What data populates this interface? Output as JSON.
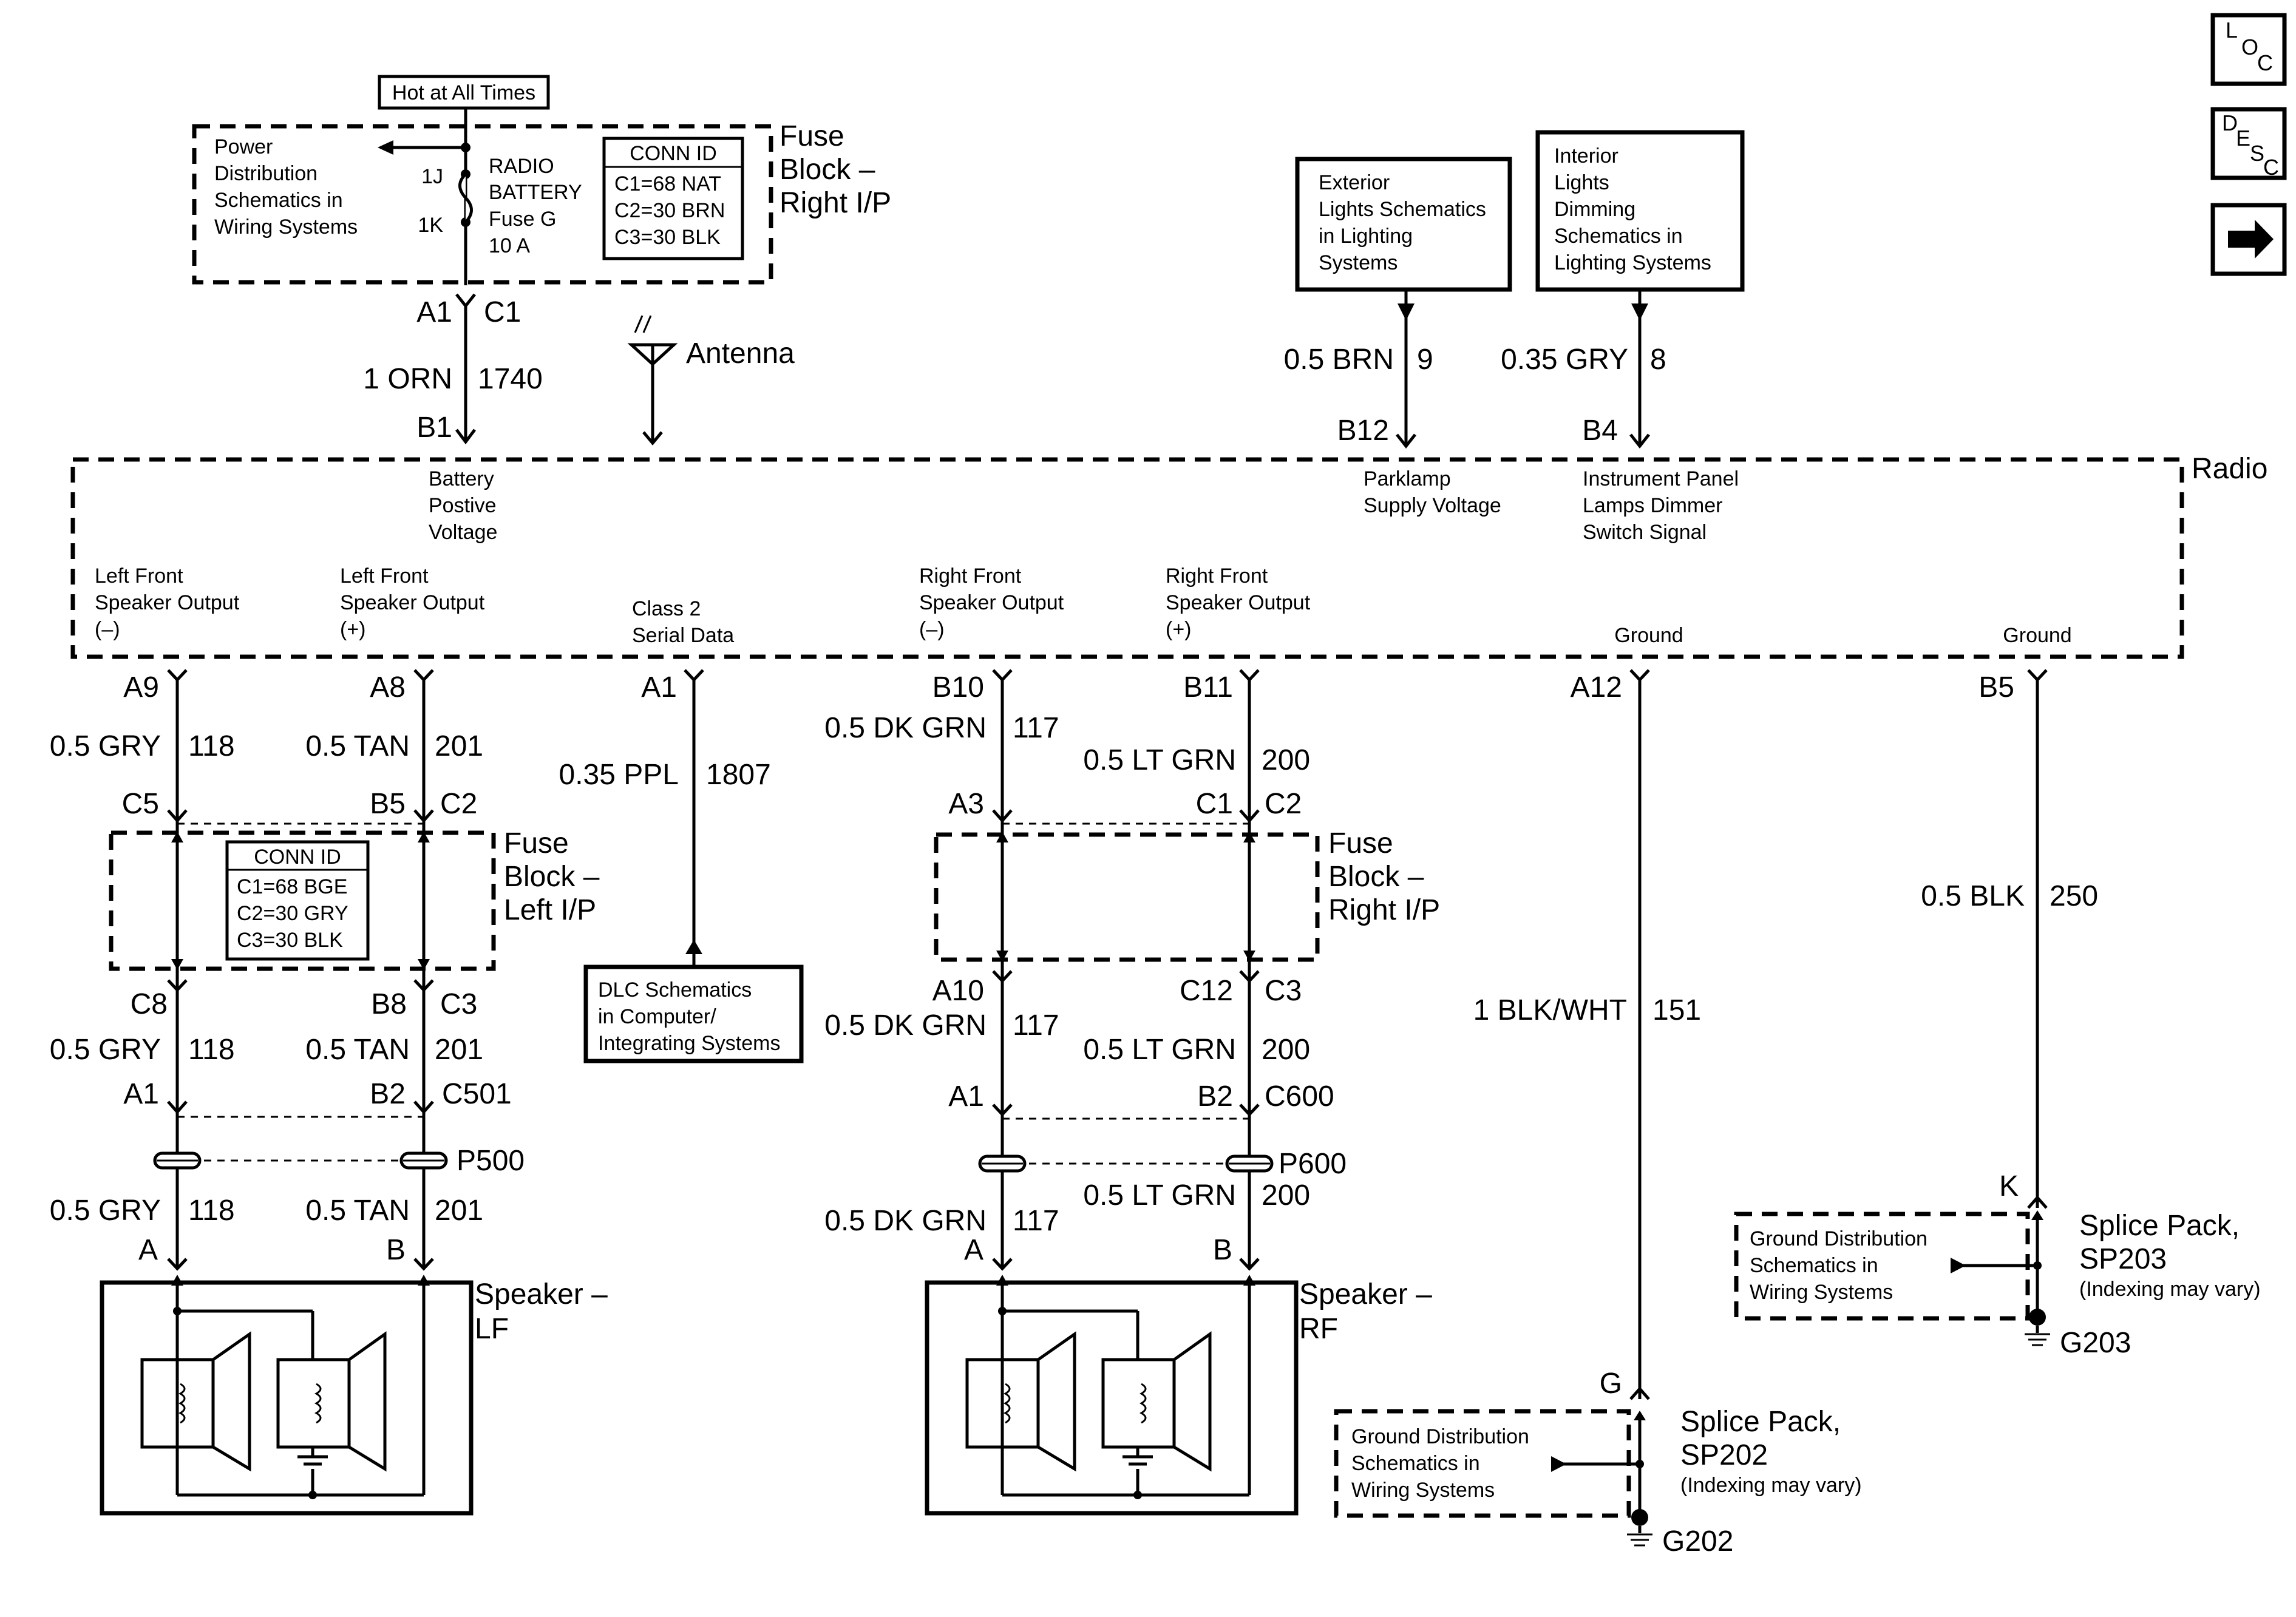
{
  "nav": {
    "loc": {
      "l": "L",
      "o": "O",
      "c": "C"
    },
    "desc": {
      "d": "D",
      "e": "E",
      "s": "S",
      "c": "C"
    },
    "next": "→"
  },
  "top": {
    "hot_label": "Hot at All Times",
    "power_dist": [
      "Power",
      "Distribution",
      "Schematics in",
      "Wiring Systems"
    ],
    "fuse_pins": {
      "in": "1J",
      "out": "1K"
    },
    "fuse_desc": [
      "RADIO",
      "BATTERY",
      "Fuse G",
      "10 A"
    ],
    "conn_id": {
      "title": "CONN ID",
      "rows": [
        "C1=68 NAT",
        "C2=30 BRN",
        "C3=30 BLK"
      ]
    },
    "fuse_block": [
      "Fuse",
      "Block –",
      "Right I/P"
    ],
    "battery_wire": {
      "pin1": "A1",
      "conn": "C1",
      "gauge": "1 ORN",
      "circuit": "1740",
      "radio_pin": "B1"
    },
    "antenna": "Antenna",
    "exterior_box": [
      "Exterior",
      "Lights Schematics",
      "in Lighting",
      "Systems"
    ],
    "interior_box": [
      "Interior",
      "Lights",
      "Dimming",
      "Schematics in",
      "Lighting Systems"
    ],
    "park_wire": {
      "gauge": "0.5 BRN",
      "circuit": "9",
      "radio_pin": "B12"
    },
    "dim_wire": {
      "gauge": "0.35 GRY",
      "circuit": "8",
      "radio_pin": "B4"
    }
  },
  "radio": {
    "title": "Radio",
    "battery_label": [
      "Battery",
      "Postive",
      "Voltage"
    ],
    "parklamp_label": [
      "Parklamp",
      "Supply Voltage"
    ],
    "ip_label": [
      "Instrument Panel",
      "Lamps Dimmer",
      "Switch Signal"
    ],
    "lf_neg": [
      "Left Front",
      "Speaker Output",
      "(–)"
    ],
    "lf_pos": [
      "Left Front",
      "Speaker Output",
      "(+)"
    ],
    "class2": [
      "Class 2",
      "Serial Data"
    ],
    "rf_neg": [
      "Right Front",
      "Speaker Output",
      "(–)"
    ],
    "rf_pos": [
      "Right Front",
      "Speaker Output",
      "(+)"
    ],
    "ground1": "Ground",
    "ground2": "Ground"
  },
  "left": {
    "pins_radio": [
      "A9",
      "A8"
    ],
    "wire_top": [
      {
        "gauge": "0.5 GRY",
        "circuit": "118"
      },
      {
        "gauge": "0.5 TAN",
        "circuit": "201"
      }
    ],
    "fb_in": [
      "C5",
      "B5",
      "C2"
    ],
    "conn_id": {
      "title": "CONN ID",
      "rows": [
        "C1=68 BGE",
        "C2=30 GRY",
        "C3=30 BLK"
      ]
    },
    "fuse_block": [
      "Fuse",
      "Block –",
      "Left I/P"
    ],
    "fb_out": [
      "C8",
      "B8",
      "C3"
    ],
    "wire_mid": [
      {
        "gauge": "0.5 GRY",
        "circuit": "118"
      },
      {
        "gauge": "0.5 TAN",
        "circuit": "201"
      }
    ],
    "c501": [
      "A1",
      "B2",
      "C501"
    ],
    "p500": "P500",
    "wire_bot": [
      {
        "gauge": "0.5 GRY",
        "circuit": "118"
      },
      {
        "gauge": "0.5 TAN",
        "circuit": "201"
      }
    ],
    "spk_pins": [
      "A",
      "B"
    ],
    "speaker": [
      "Speaker –",
      "LF"
    ]
  },
  "dlc": {
    "pin": "A1",
    "gauge": "0.35 PPL",
    "circuit": "1807",
    "box": [
      "DLC Schematics",
      "in Computer/",
      "Integrating Systems"
    ]
  },
  "right": {
    "pins_radio": [
      "B10",
      "B11"
    ],
    "wire_top": [
      {
        "gauge": "0.5 DK GRN",
        "circuit": "117"
      },
      {
        "gauge": "0.5 LT GRN",
        "circuit": "200"
      }
    ],
    "fb_in": [
      "A3",
      "C1",
      "C2"
    ],
    "fuse_block": [
      "Fuse",
      "Block –",
      "Right I/P"
    ],
    "fb_out": [
      "A10",
      "C12",
      "C3"
    ],
    "wire_mid": [
      {
        "gauge": "0.5 DK GRN",
        "circuit": "117"
      },
      {
        "gauge": "0.5 LT GRN",
        "circuit": "200"
      }
    ],
    "c600": [
      "A1",
      "B2",
      "C600"
    ],
    "p600": "P600",
    "wire_bot": [
      {
        "gauge": "0.5 DK GRN",
        "circuit": "117"
      },
      {
        "gauge": "0.5 LT GRN",
        "circuit": "200"
      }
    ],
    "spk_pins": [
      "A",
      "B"
    ],
    "speaker": [
      "Speaker –",
      "RF"
    ]
  },
  "ground_a12": {
    "pin": "A12",
    "gauge": "1 BLK/WHT",
    "circuit": "151",
    "splice_pin": "G",
    "splice": [
      "Splice Pack,",
      "SP202",
      "(Indexing may vary)"
    ],
    "gnd_box": [
      "Ground Distribution",
      "Schematics in",
      "Wiring Systems"
    ],
    "ground_id": "G202"
  },
  "ground_b5": {
    "pin": "B5",
    "gauge": "0.5 BLK",
    "circuit": "250",
    "splice_pin": "K",
    "splice": [
      "Splice Pack,",
      "SP203",
      "(Indexing may vary)"
    ],
    "gnd_box": [
      "Ground Distribution",
      "Schematics in",
      "Wiring Systems"
    ],
    "ground_id": "G203"
  }
}
